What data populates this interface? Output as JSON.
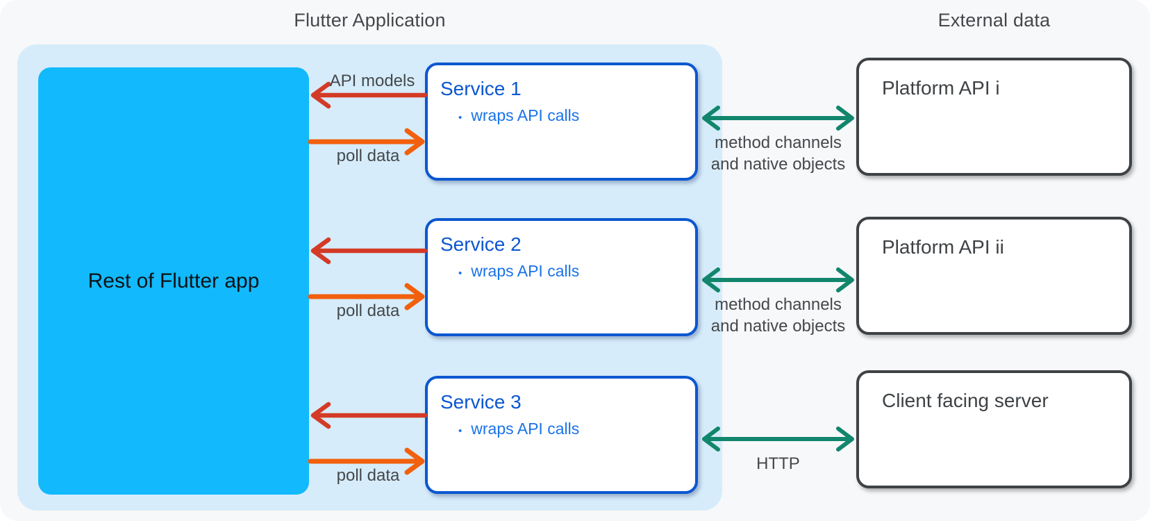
{
  "titles": {
    "flutter": "Flutter Application",
    "external": "External data"
  },
  "flutter_app": {
    "rest_box_label": "Rest of Flutter app"
  },
  "services": [
    {
      "name": "Service 1",
      "bullet": "wraps API calls"
    },
    {
      "name": "Service 2",
      "bullet": "wraps API calls"
    },
    {
      "name": "Service 3",
      "bullet": "wraps API calls"
    }
  ],
  "external_boxes": [
    {
      "name": "Platform API i"
    },
    {
      "name": "Platform API ii"
    },
    {
      "name": "Client facing server"
    }
  ],
  "arrow_labels": {
    "api_models": "API models",
    "poll_data": "poll data",
    "method_channels_line1": "method channels",
    "method_channels_line2": "and native objects",
    "http": "HTTP"
  },
  "glyphs": {
    "bullet": "•"
  },
  "colors": {
    "canvas_bg": "#F7F8FA",
    "flutter_container_bg": "#D6ECFA",
    "rest_box_bg": "#12B9FD",
    "service_accent_blue": "#0B57D0",
    "bullet_text_blue": "#1A73E8",
    "api_models_arrow_red": "#D43B26",
    "poll_data_arrow_orange": "#F2600D",
    "external_link_arrow_teal": "#11866C",
    "external_border_gray": "#3E4245",
    "label_text_gray": "#45484B"
  }
}
